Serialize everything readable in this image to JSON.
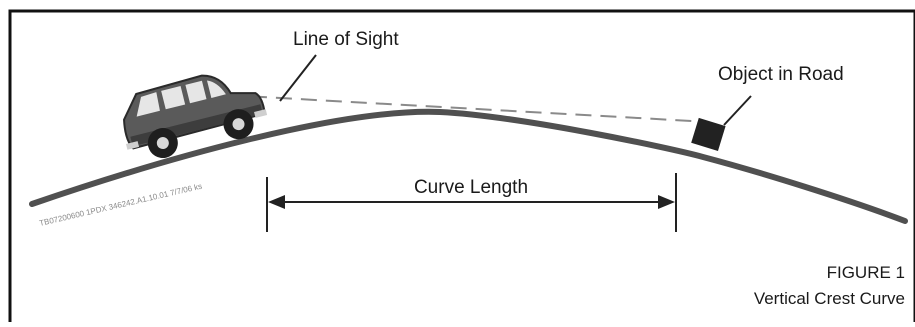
{
  "labels": {
    "line_of_sight": "Line of Sight",
    "object_in_road": "Object in Road",
    "curve_length": "Curve Length",
    "figure_number": "FIGURE 1",
    "figure_title": "Vertical Crest Curve",
    "stamp": "TB07200600 1PDX 346242.A1.10.01 7/7/06 ks"
  },
  "colors": {
    "frame": "#111111",
    "road": "#505050",
    "vehicle_body": "#5a5a5a",
    "vehicle_window": "#e6e6e6",
    "object": "#222222",
    "sight_line": "#8a8a8a"
  }
}
